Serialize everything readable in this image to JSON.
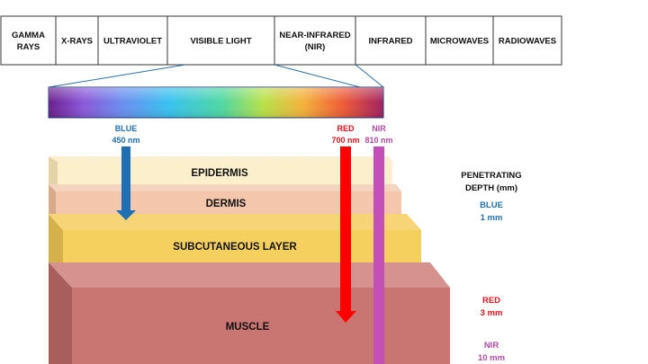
{
  "spectrum_bands": [
    {
      "lines": [
        "GAMMA",
        "RAYS"
      ]
    },
    {
      "lines": [
        "X-RAYS"
      ]
    },
    {
      "lines": [
        "ULTRAVIOLET"
      ]
    },
    {
      "lines": [
        "VISIBLE LIGHT"
      ]
    },
    {
      "lines": [
        "NEAR-INFRARED",
        "(NIR)"
      ]
    },
    {
      "lines": [
        "INFRARED"
      ]
    },
    {
      "lines": [
        "MICROWAVES"
      ]
    },
    {
      "lines": [
        "RADIOWAVES"
      ]
    }
  ],
  "wavelengths": {
    "blue": {
      "name": "BLUE",
      "value": "450 nm",
      "color": "#1f6fb5"
    },
    "red": {
      "name": "RED",
      "value": "700 nm",
      "color": "#e8141b"
    },
    "nir": {
      "name": "NIR",
      "value": "810 nm",
      "color": "#b44aa8"
    }
  },
  "tissue_layers": {
    "epidermis": "EPIDERMIS",
    "dermis": "DERMIS",
    "subcutaneous": "SUBCUTANEOUS LAYER",
    "muscle": "MUSCLE"
  },
  "depth_panel": {
    "title_line1": "PENETRATING",
    "title_line2": "DEPTH (mm)",
    "entries": [
      {
        "name": "BLUE",
        "depth": "1 mm",
        "color": "#1f6fb5"
      },
      {
        "name": "RED",
        "depth": "3 mm",
        "color": "#e8141b"
      },
      {
        "name": "NIR",
        "depth": "10 mm",
        "color": "#b44aa8"
      }
    ]
  }
}
